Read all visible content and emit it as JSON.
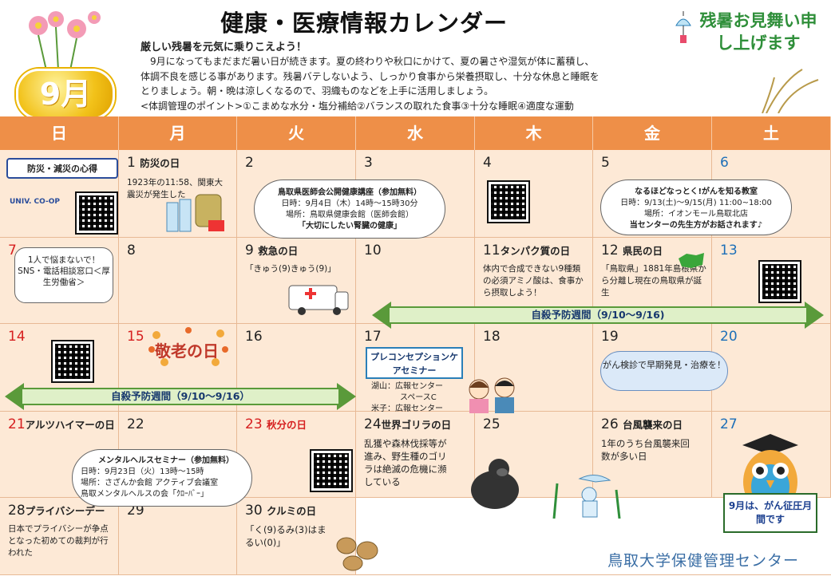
{
  "header": {
    "title": "健康・医療情報カレンダー",
    "subtitle": "厳しい残暑を元気に乗りこえよう！",
    "intro_lines": [
      "　9月になってもまだまだ暑い日が続きます。夏の終わりや秋口にかけて、夏の暑さや湿気が体に蓄積し、",
      "体調不良を感じる事があります。残暑バテしないよう、しっかり食事から栄養摂取し、十分な休息と睡眠を",
      "とりましょう。朝・晩は涼しくなるので、羽織ものなどを上手に活用しましょう。",
      "<体調管理のポイント>①こまめな水分・塩分補給②バランスの取れた食事③十分な睡眠④適度な運動"
    ],
    "month_badge": "9月",
    "greeting": "残暑お見舞い申し上げます"
  },
  "weekdays": [
    "日",
    "月",
    "火",
    "水",
    "木",
    "金",
    "土"
  ],
  "days": {
    "d1": "1",
    "d1_event": "防災の日",
    "d1_note": "1923年の11:58、関東大震災が発生した",
    "d2": "2",
    "d3": "3",
    "d4": "4",
    "d5": "5",
    "d6": "6",
    "d7": "7",
    "d8": "8",
    "d9": "9",
    "d9_event": "救急の日",
    "d9_note": "「きゅう(9)きゅう(9)」",
    "d10": "10",
    "d11": "11",
    "d11_event": "タンパク質の日",
    "d11_note": "体内で合成できない9種類の必須アミノ酸は、食事から摂取しよう！",
    "d12": "12",
    "d12_event": "県民の日",
    "d12_note": "「鳥取県」1881年島根県から分離し現在の鳥取県が誕生",
    "d13": "13",
    "d14": "14",
    "d15": "15",
    "d16": "16",
    "d17": "17",
    "d18": "18",
    "d19": "19",
    "d20": "20",
    "d21": "21",
    "d21_event": "アルツハイマーの日",
    "d22": "22",
    "d23": "23",
    "d23_event": "秋分の日",
    "d24": "24",
    "d24_event": "世界ゴリラの日",
    "d24_note": "乱獲や森林伐採等が進み、野生種のゴリラは絶滅の危機に瀕している",
    "d25": "25",
    "d26": "26",
    "d26_event": "台風襲来の日",
    "d26_note": "1年のうち台風襲来回数が多い日",
    "d27": "27",
    "d28": "28",
    "d28_event": "プライバシーデー",
    "d28_note": "日本でプライバシーが争点となった初めての裁判が行われた",
    "d29": "29",
    "d30": "30",
    "d30_event": "クルミの日",
    "d30_note": "「く(9)るみ(3)はまるい(0)」"
  },
  "notices": {
    "bousai": "防災・減災の心得",
    "univ": "UNIV. CO-OP",
    "ishikai_title": "鳥取県医師会公開健康講座（参加無料）",
    "ishikai_date": "日時：9月4日（木）14時～15時30分",
    "ishikai_place": "場所：鳥取県健康会館（医師会館）",
    "ishikai_theme": "「大切にしたい腎臓の健康」",
    "gan_title": "なるほどなっとく!がんを知る教室",
    "gan_date": "日時：9/13(土)～9/15(月) 11:00~18:00",
    "gan_place": "場所：イオンモール鳥取北店",
    "gan_note": "当センターの先生方がお話されます♪",
    "sns": "1人で悩まないで！SNS・電話相談窓口＜厚生労働省＞",
    "keiro": "敬老の日",
    "precon_title": "プレコンセプションケアセミナー",
    "precon_koyama": "湖山：広報センター",
    "precon_koyama2": "スペースC",
    "precon_yonago": "米子：広報センター",
    "kenshin": "がん検診で早期発見・治療を！",
    "mental_title": "メンタルヘルスセミナー（参加無料）",
    "mental_date": "日時：9月23日（火）13時～15時",
    "mental_place": "場所：さざんか会館 アクティブ会議室",
    "mental_org": "鳥取メンタルヘルスの会「ｸﾛｰﾊﾞｰ」",
    "suicide_week": "自殺予防週間（9/10～9/16)",
    "suicide_week2": "自殺予防週間（9/10～9/16）",
    "gan_month": "9月は、がん征圧月間です"
  },
  "footer": "鳥取大学保健管理センター",
  "colors": {
    "header_bg": "#ee8f48",
    "cell_bg": "#fde9d6",
    "sunday": "#d62020",
    "saturday": "#1d6fb8",
    "arrow": "#dff0c8"
  }
}
